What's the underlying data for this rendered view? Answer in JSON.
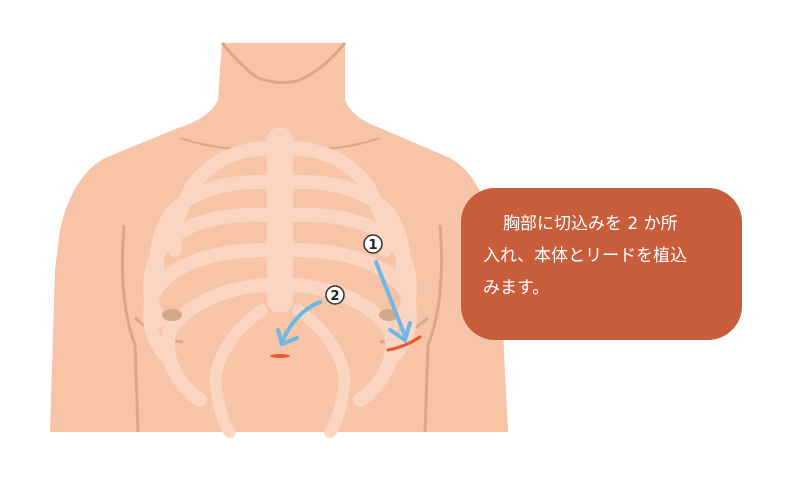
{
  "figure": {
    "type": "anatomical-illustration",
    "subject": "male chest with rib cage",
    "colors": {
      "background": "#ffffff",
      "skin": "#f7c4a8",
      "ribs": "#f9d5c2",
      "shadow": "#d9a987",
      "nipple": "#d4a88a",
      "arrow": "#6fb8e6",
      "incision": "#e8572f",
      "callout_bg": "#c85d3c",
      "callout_text": "#ffffff"
    }
  },
  "markers": [
    {
      "id": 1,
      "label": "①",
      "target": "left-chest incision (device)"
    },
    {
      "id": 2,
      "label": "②",
      "target": "sternum-lower incision (lead)"
    }
  ],
  "callout": {
    "lines": [
      "胸部に切込みを 2 か所",
      "入れ、本体とリードを植込",
      "みます。"
    ]
  }
}
